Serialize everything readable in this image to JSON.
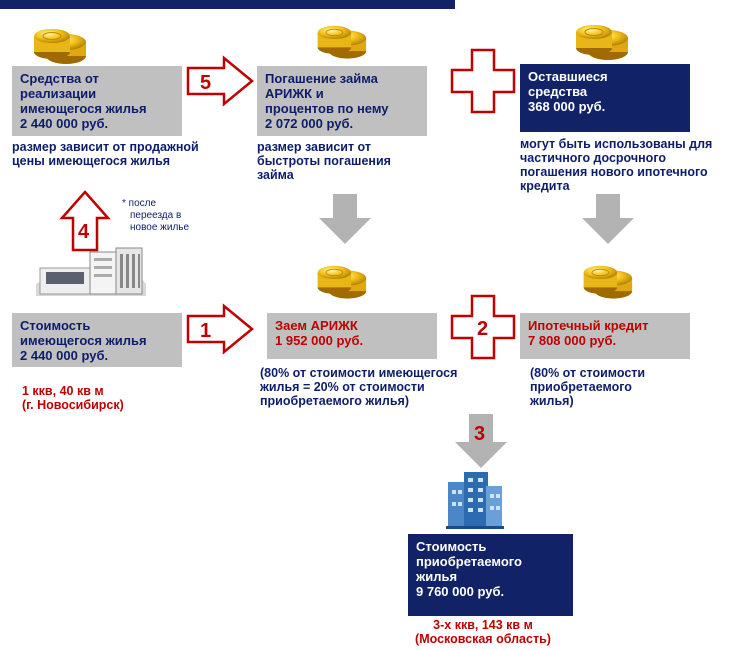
{
  "box_sale": {
    "line1": "Средства от",
    "line2": "реализации",
    "line3": "имеющегося жилья",
    "amount": "2 440 000 руб."
  },
  "note_sale": {
    "line1": "размер зависит от продажной",
    "line2": "цены имеющегося жилья"
  },
  "box_repay": {
    "line1": "Погашение займа",
    "line2": "АРИЖК и",
    "line3": "процентов по нему",
    "amount": "2 072 000 руб."
  },
  "note_repay": {
    "line1": "размер зависит от",
    "line2": "быстроты погашения",
    "line3": "займа"
  },
  "box_remaining": {
    "line1": "Оставшиеся",
    "line2": "средства",
    "amount": "368 000 руб."
  },
  "note_remaining": {
    "line1": "могут быть использованы для",
    "line2": "частичного досрочного",
    "line3": "погашения нового ипотечного",
    "line4": "кредита"
  },
  "after_move": {
    "line1": "* после",
    "line2": "переезда в",
    "line3": "новое жилье"
  },
  "box_current_cost": {
    "line1": "Стоимость",
    "line2": "имеющегося жилья",
    "amount": "2 440 000 руб."
  },
  "current_apartment": {
    "line1": "1 ккв, 40 кв м",
    "line2": "(г. Новосибирск)"
  },
  "box_loan": {
    "line1": "Заем АРИЖК",
    "amount": "1 952 000 руб."
  },
  "note_loan": {
    "line1": "(80% от стоимости имеющегося",
    "line2": "жилья = 20% от стоимости",
    "line3": "приобретаемого жилья)"
  },
  "box_mortgage": {
    "line1": "Ипотечный кредит",
    "amount": "7 808 000 руб."
  },
  "note_mortgage": {
    "line1": "(80% от стоимости",
    "line2": "приобретаемого",
    "line3": "жилья)"
  },
  "box_new_cost": {
    "line1": "Стоимость",
    "line2": "приобретаемого",
    "line3": "жилья",
    "amount": "9 760 000 руб."
  },
  "new_apartment": {
    "line1": "3-х ккв, 143 кв м",
    "line2": "(Московская область)"
  },
  "steps": {
    "s1": "1",
    "s2": "2",
    "s3": "3",
    "s4": "4",
    "s5": "5"
  },
  "colors": {
    "navy": "#112266",
    "gray": "#c0c0c0",
    "red": "#c00000",
    "text": "#0d1d6b"
  },
  "icons": [
    "coins-icon",
    "building-icon",
    "skyscraper-icon",
    "arrow-right-icon",
    "arrow-down-icon",
    "arrow-up-icon",
    "plus-icon"
  ]
}
